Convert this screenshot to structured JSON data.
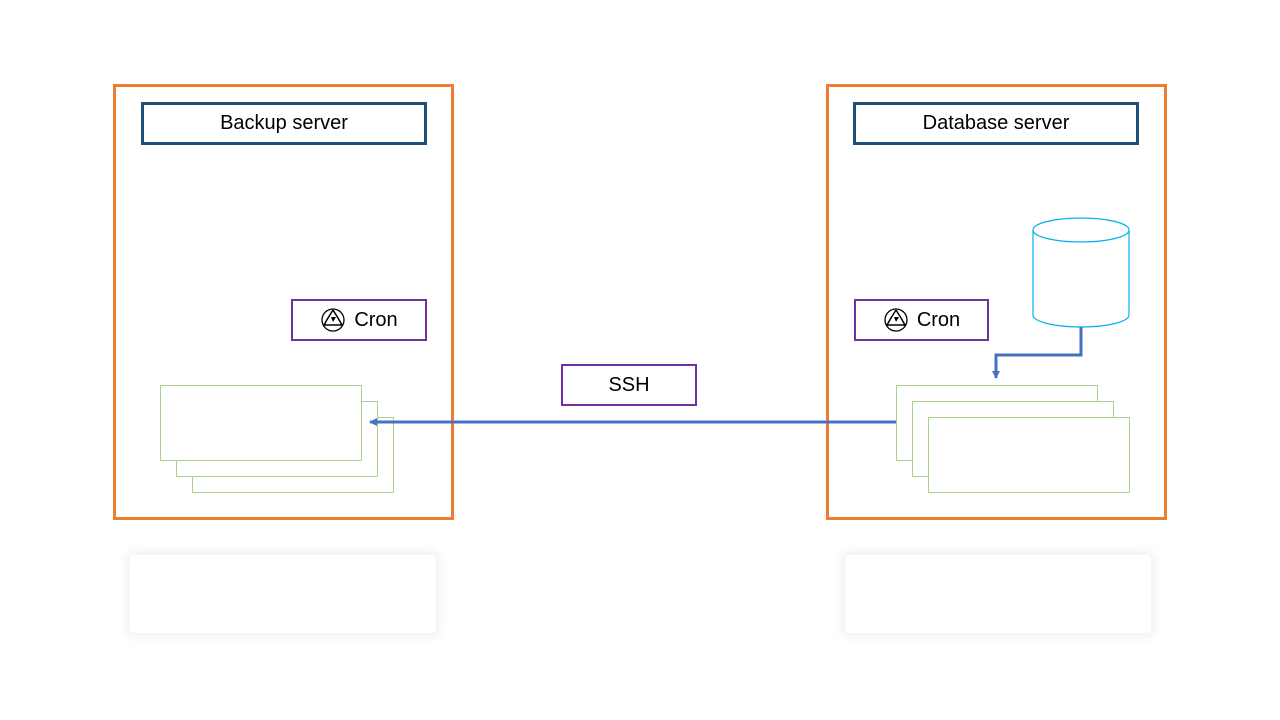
{
  "colors": {
    "server_border": "#ED7D31",
    "title_border": "#1F4E79",
    "cron_border": "#7030A0",
    "file_border": "#A9D18E",
    "database_outline": "#00B0F0",
    "arrow": "#4472C4"
  },
  "backup_server": {
    "title": "Backup server",
    "cron_label": "Cron",
    "cron_icon": "recycle-icon"
  },
  "database_server": {
    "title": "Database server",
    "cron_label": "Cron",
    "cron_icon": "recycle-icon"
  },
  "connection": {
    "label": "SSH"
  }
}
